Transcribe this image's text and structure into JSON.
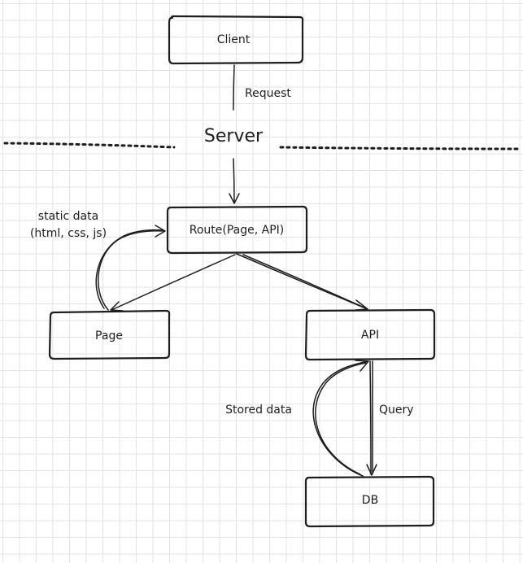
{
  "nodes": {
    "client": "Client",
    "route": "Route(Page, API)",
    "page": "Page",
    "api": "API",
    "db": "DB"
  },
  "boundary": {
    "label": "Server"
  },
  "edges": {
    "request": "Request",
    "static_data_line1": "static data",
    "static_data_line2": "(html, css, js)",
    "stored_data": "Stored data",
    "query": "Query"
  }
}
